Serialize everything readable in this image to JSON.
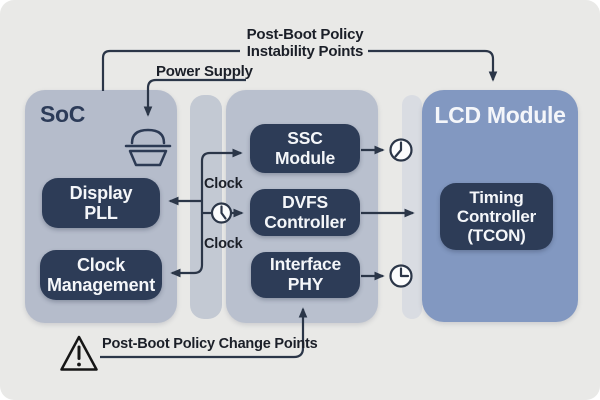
{
  "containers": {
    "soc": {
      "title": "SoC"
    },
    "lcd": {
      "title": "LCD Module"
    }
  },
  "blocks": {
    "display_pll": "Display\nPLL",
    "clock_management": "Clock\nManagement",
    "ssc_module": "SSC\nModule",
    "dvfs_controller": "DVFS\nController",
    "interface_phy": "Interface\nPHY",
    "tcon": "Timing\nController\n(TCON)"
  },
  "annotations": {
    "instability_points": "Post-Boot Policy\nInstability Points",
    "power_supply": "Power Supply",
    "clock_upper": "Clock",
    "clock_lower": "Clock",
    "change_points": "Post-Boot Policy Change Points"
  },
  "icons": {
    "power_target": "basket-icon",
    "timing_indicator_junction": "clock-icon",
    "timing_indicator_ssc": "clock-icon",
    "timing_indicator_phy": "clock-icon",
    "warning": "warning-triangle-icon"
  },
  "colors": {
    "background": "#e9e9e7",
    "container_soc": "#b5bccb",
    "container_mid": "#b9c0ce",
    "container_lcd": "#8298c1",
    "block": "#2d3c57",
    "block_text": "#f4f6f9",
    "line": "#2b3648",
    "label_text": "#1b1f28"
  }
}
